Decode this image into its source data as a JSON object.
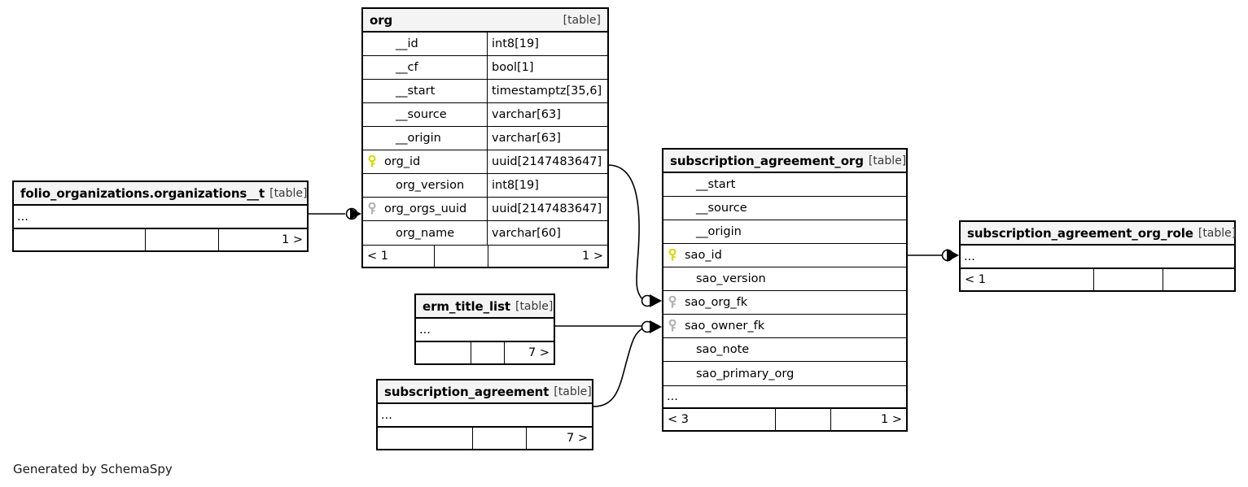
{
  "diagram": {
    "type": "er-diagram",
    "generator_credit": "Generated by SchemaSpy",
    "table_tag": "[table]",
    "ellipsis": "...",
    "colors": {
      "primary_key": "#d9d900",
      "foreign_key": "#b3b3b3",
      "header_bg": "#f4f4f4",
      "border": "#000000",
      "background": "#ffffff"
    }
  },
  "tables": {
    "org": {
      "name": "org",
      "tag": "[table]",
      "columns": [
        {
          "key": "none",
          "name": "__id",
          "type": "int8[19]"
        },
        {
          "key": "none",
          "name": "__cf",
          "type": "bool[1]"
        },
        {
          "key": "none",
          "name": "__start",
          "type": "timestamptz[35,6]"
        },
        {
          "key": "none",
          "name": "__source",
          "type": "varchar[63]"
        },
        {
          "key": "none",
          "name": "__origin",
          "type": "varchar[63]"
        },
        {
          "key": "pk",
          "name": "org_id",
          "type": "uuid[2147483647]"
        },
        {
          "key": "none",
          "name": "org_version",
          "type": "int8[19]"
        },
        {
          "key": "fk",
          "name": "org_orgs_uuid",
          "type": "uuid[2147483647]"
        },
        {
          "key": "none",
          "name": "org_name",
          "type": "varchar[60]"
        }
      ],
      "footer": {
        "left": "< 1",
        "middle": "",
        "right": "1 >"
      }
    },
    "folio_organizations_organizations__t": {
      "name": "folio_organizations.organizations__t",
      "tag": "[table]",
      "columns": [],
      "collapsed_marker": "...",
      "footer": {
        "left": "",
        "middle": "",
        "right": "1 >"
      }
    },
    "subscription_agreement_org": {
      "name": "subscription_agreement_org",
      "tag": "[table]",
      "columns": [
        {
          "key": "none",
          "name": "__start",
          "type": ""
        },
        {
          "key": "none",
          "name": "__source",
          "type": ""
        },
        {
          "key": "none",
          "name": "__origin",
          "type": ""
        },
        {
          "key": "pk",
          "name": "sao_id",
          "type": ""
        },
        {
          "key": "none",
          "name": "sao_version",
          "type": ""
        },
        {
          "key": "fk",
          "name": "sao_org_fk",
          "type": ""
        },
        {
          "key": "fk",
          "name": "sao_owner_fk",
          "type": ""
        },
        {
          "key": "none",
          "name": "sao_note",
          "type": ""
        },
        {
          "key": "none",
          "name": "sao_primary_org",
          "type": ""
        }
      ],
      "collapsed_marker": "...",
      "footer": {
        "left": "< 3",
        "middle": "",
        "right": "1 >"
      }
    },
    "subscription_agreement_org_role": {
      "name": "subscription_agreement_org_role",
      "tag": "[table]",
      "columns": [],
      "collapsed_marker": "...",
      "footer": {
        "left": "< 1",
        "middle": "",
        "right": ""
      }
    },
    "erm_title_list": {
      "name": "erm_title_list",
      "tag": "[table]",
      "columns": [],
      "collapsed_marker": "...",
      "footer": {
        "left": "",
        "middle": "",
        "right": "7 >"
      }
    },
    "subscription_agreement": {
      "name": "subscription_agreement",
      "tag": "[table]",
      "columns": [],
      "collapsed_marker": "...",
      "footer": {
        "left": "",
        "middle": "",
        "right": "7 >"
      }
    }
  },
  "relationships": [
    {
      "from": "folio_organizations.organizations__t",
      "to": "org",
      "to_column": "org_orgs_uuid"
    },
    {
      "from": "org",
      "to": "subscription_agreement_org",
      "to_column": "sao_org_fk"
    },
    {
      "from": "erm_title_list",
      "to": "subscription_agreement_org",
      "to_column": "sao_owner_fk"
    },
    {
      "from": "subscription_agreement",
      "to": "subscription_agreement_org",
      "to_column": "sao_owner_fk"
    },
    {
      "from": "subscription_agreement_org",
      "to": "subscription_agreement_org_role",
      "to_column": "..."
    }
  ]
}
